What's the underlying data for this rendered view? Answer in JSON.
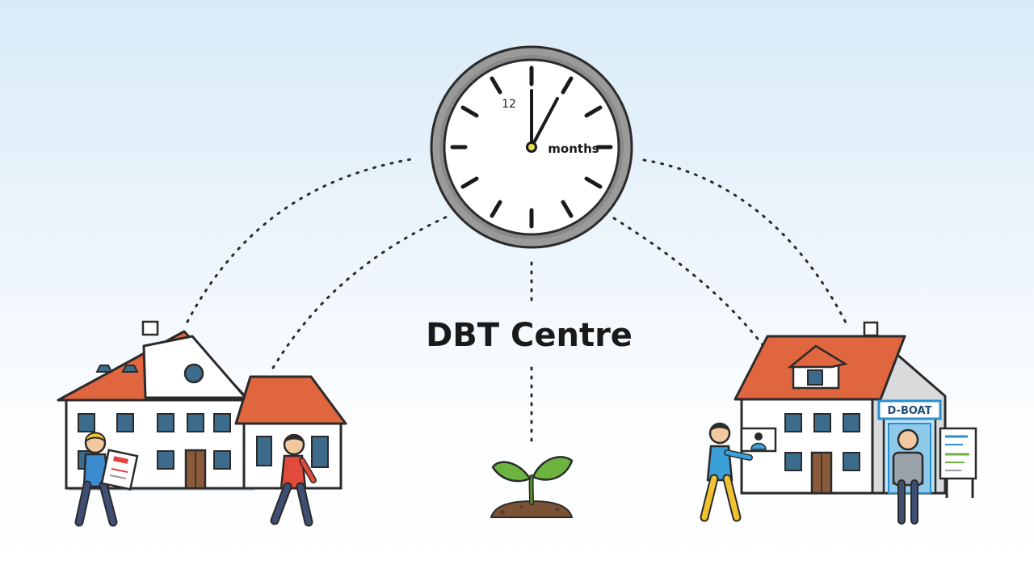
{
  "title": "DBT Centre",
  "clock": {
    "number_label": "12",
    "unit_label": "months"
  },
  "sign": {
    "label": "D-BOAT"
  },
  "colors": {
    "roof": "#e0663f",
    "outline": "#2b2b2b",
    "window": "#3d6b8c",
    "door": "#8a5a3a",
    "leaf": "#6cb43f",
    "soil": "#7a5236",
    "clock_rim": "#8f8f8f",
    "sign_text": "#1e4d7a",
    "sign_border": "#2a8fcc"
  },
  "icons": [
    "clock-icon",
    "house-icon",
    "sprout-icon",
    "person-icon",
    "document-icon",
    "info-board-icon"
  ]
}
